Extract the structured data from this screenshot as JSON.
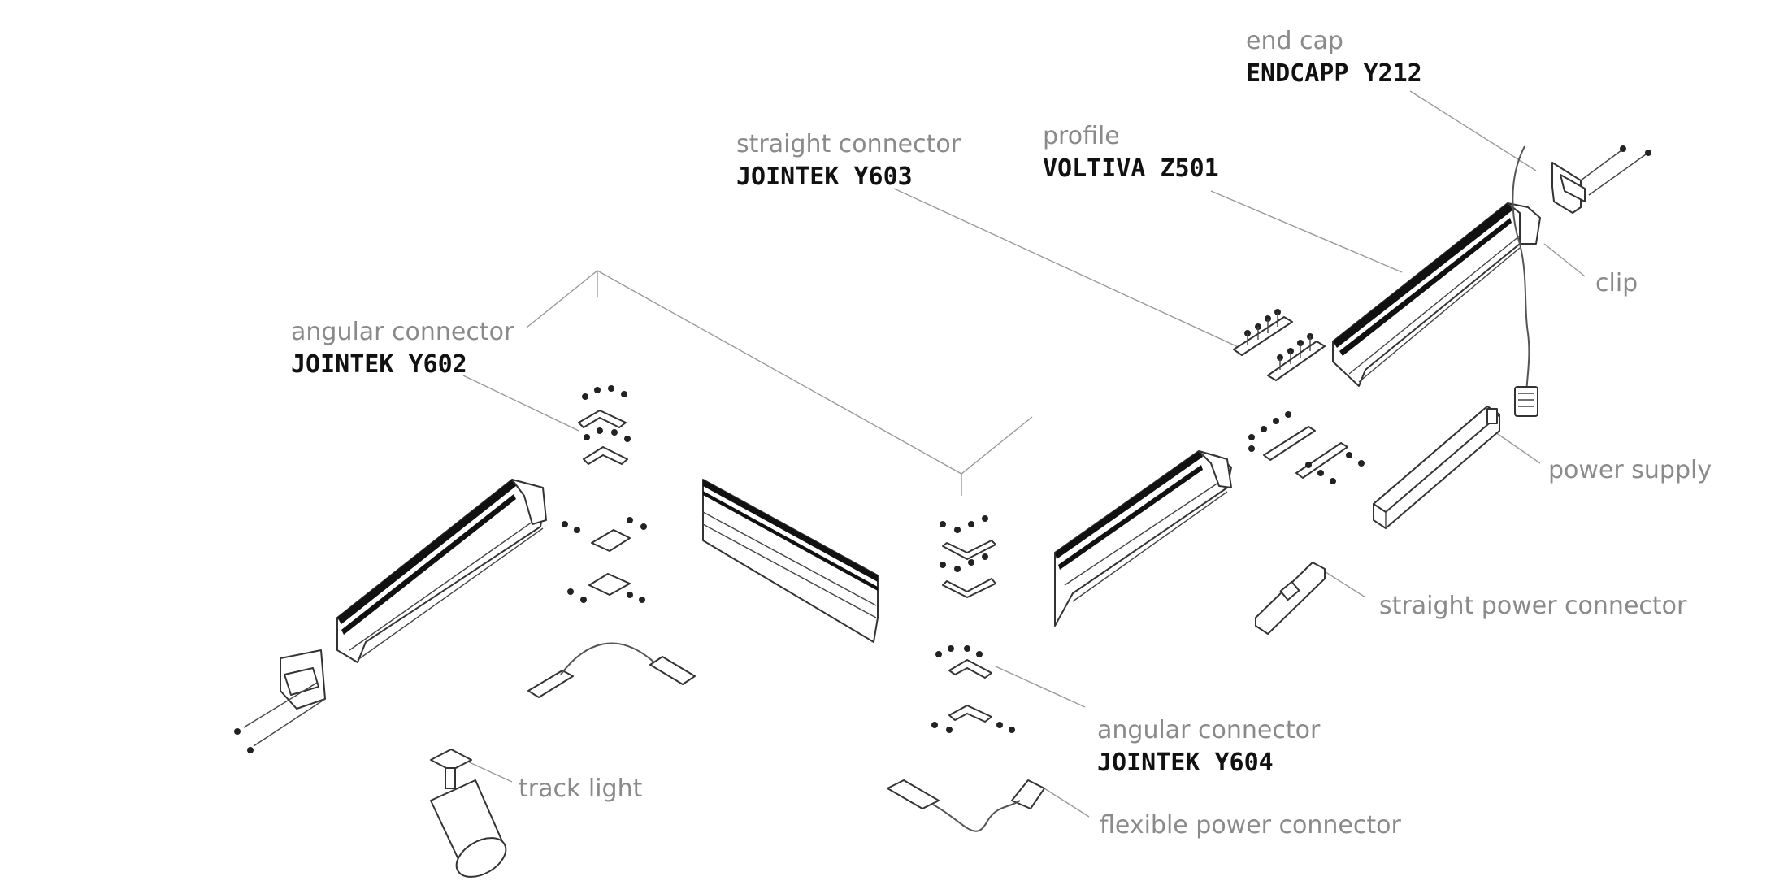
{
  "labels": {
    "end_cap": {
      "category": "end cap",
      "model": "ENDCAPP Y212"
    },
    "profile": {
      "category": "profile",
      "model": "VOLTIVA Z501"
    },
    "straight_connector": {
      "category": "straight connector",
      "model": "JOINTEK Y603"
    },
    "angular_connector_1": {
      "category": "angular connector",
      "model": "JOINTEK Y602"
    },
    "angular_connector_2": {
      "category": "angular connector",
      "model": "JOINTEK Y604"
    },
    "clip": "clip",
    "power_supply": "power supply",
    "straight_power_connector": "straight power connector",
    "track_light": "track light",
    "flexible_power_connector": "flexible power connector"
  },
  "colors": {
    "line": "#333333",
    "label_light": "#8a8a8a",
    "label_bold": "#111111",
    "leader": "#9a9a9a",
    "led_strip": "#111111"
  }
}
